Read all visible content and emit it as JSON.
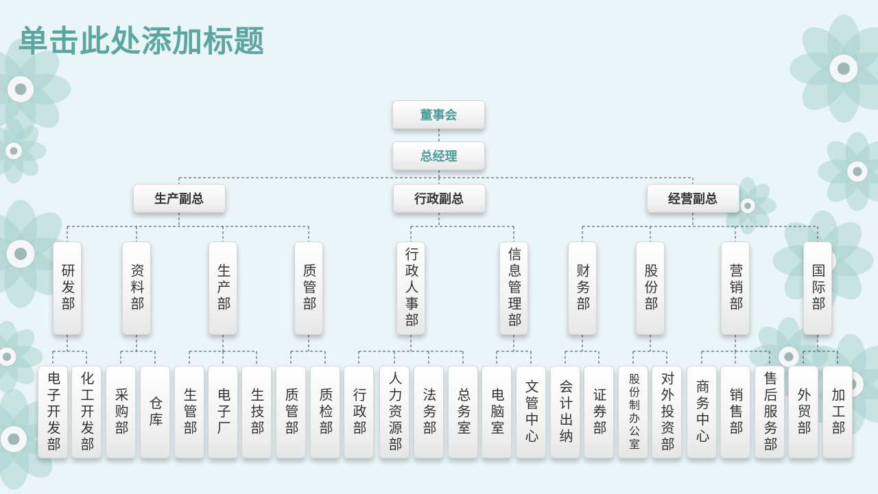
{
  "slide_title": "单击此处添加标题",
  "org": {
    "board": "董事会",
    "gm": "总经理",
    "vps": [
      {
        "label": "生产副总",
        "depts": [
          {
            "label": "研发部",
            "subs": [
              "电子开发部",
              "化工开发部"
            ]
          },
          {
            "label": "资料部",
            "subs": [
              "采购部",
              "仓库"
            ]
          },
          {
            "label": "生产部",
            "subs": [
              "生管部",
              "电子厂",
              "生技部"
            ]
          },
          {
            "label": "质管部",
            "subs": [
              "质管部",
              "质检部"
            ]
          }
        ]
      },
      {
        "label": "行政副总",
        "depts": [
          {
            "label": "行政人事部",
            "subs": [
              "行政部",
              "人力资源部",
              "法务部",
              "总务室"
            ]
          },
          {
            "label": "信息管理部",
            "subs": [
              "电脑室",
              "文管中心"
            ]
          }
        ]
      },
      {
        "label": "经营副总",
        "depts": [
          {
            "label": "财务部",
            "subs": [
              "会计出纳",
              "证券部"
            ]
          },
          {
            "label": "股份部",
            "subs": [
              "股份制办公室",
              "对外投资部"
            ]
          },
          {
            "label": "营销部",
            "subs": [
              "商务中心",
              "销售部",
              "售后服务部"
            ]
          },
          {
            "label": "国际部",
            "subs": [
              "外贸部",
              "加工部"
            ]
          }
        ]
      }
    ]
  },
  "colors": {
    "accent": "#5aa7a2",
    "flower": "#a9d3d0",
    "background": "#eaf5f8"
  }
}
